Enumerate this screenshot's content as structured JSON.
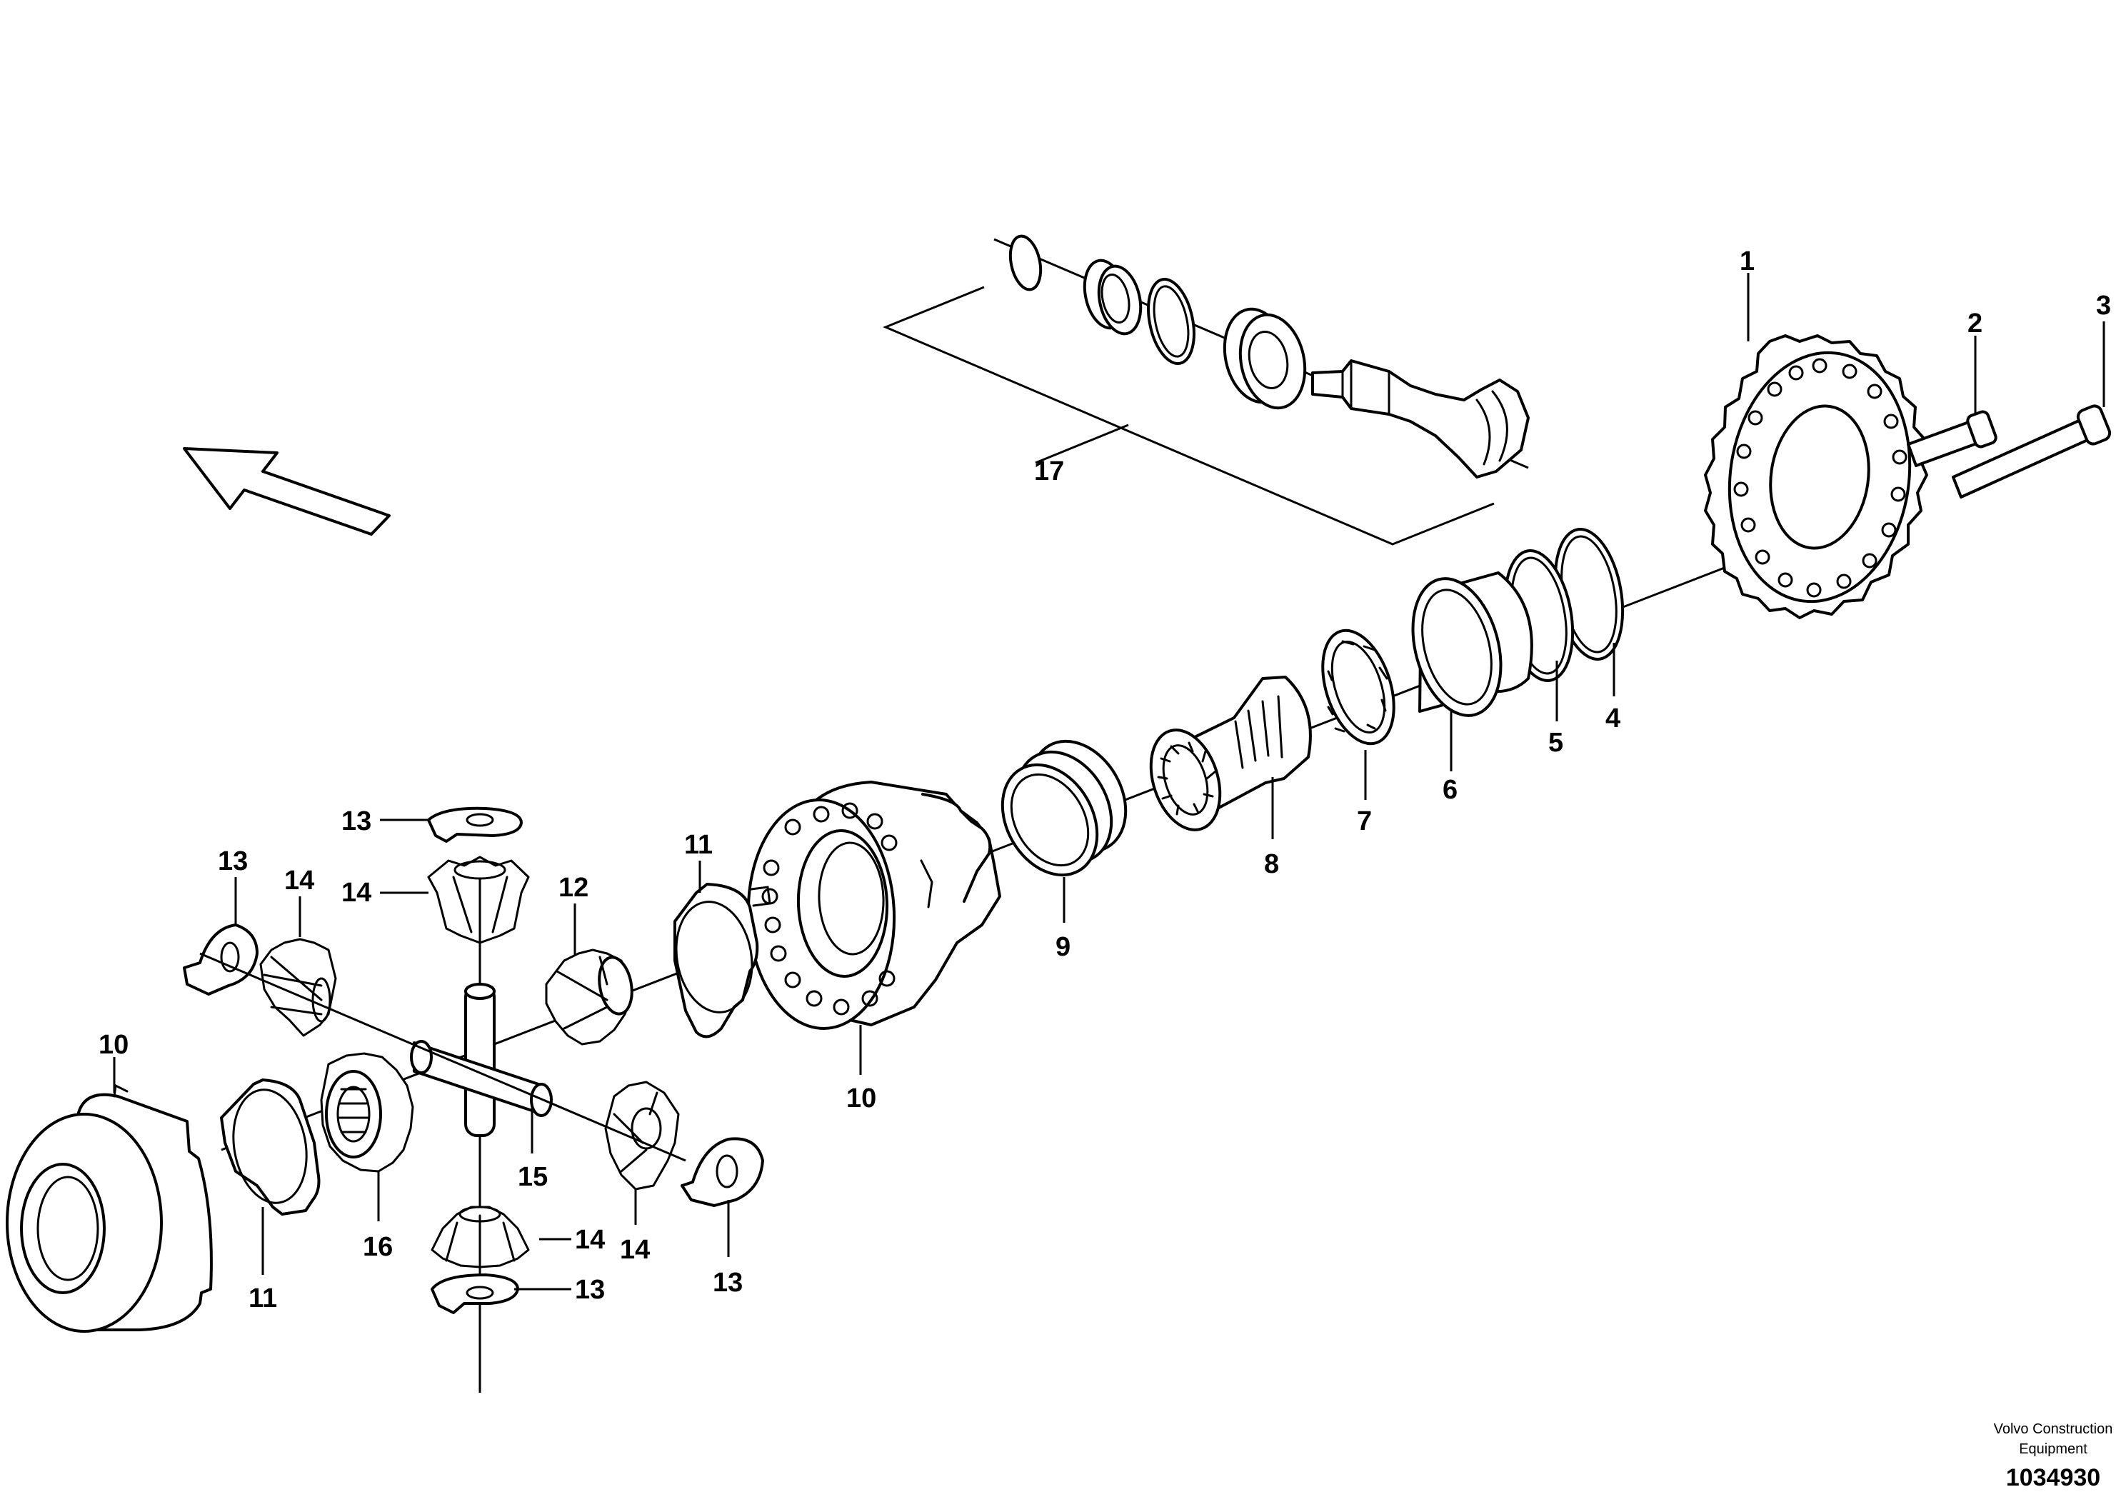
{
  "callouts": {
    "c1": "1",
    "c2": "2",
    "c3": "3",
    "c4": "4",
    "c5": "5",
    "c6": "6",
    "c7": "7",
    "c8": "8",
    "c9": "9",
    "c10a": "10",
    "c10b": "10",
    "c11a": "11",
    "c11b": "11",
    "c12": "12",
    "c13a": "13",
    "c13b": "13",
    "c13c": "13",
    "c13d": "13",
    "c14a": "14",
    "c14b": "14",
    "c14c": "14",
    "c14d": "14",
    "c15": "15",
    "c16": "16",
    "c17": "17"
  },
  "credit": {
    "line1": "Volvo Construction",
    "line2": "Equipment"
  },
  "document_number": "1034930",
  "icons": {
    "direction_arrow": "front-direction-arrow-icon"
  }
}
